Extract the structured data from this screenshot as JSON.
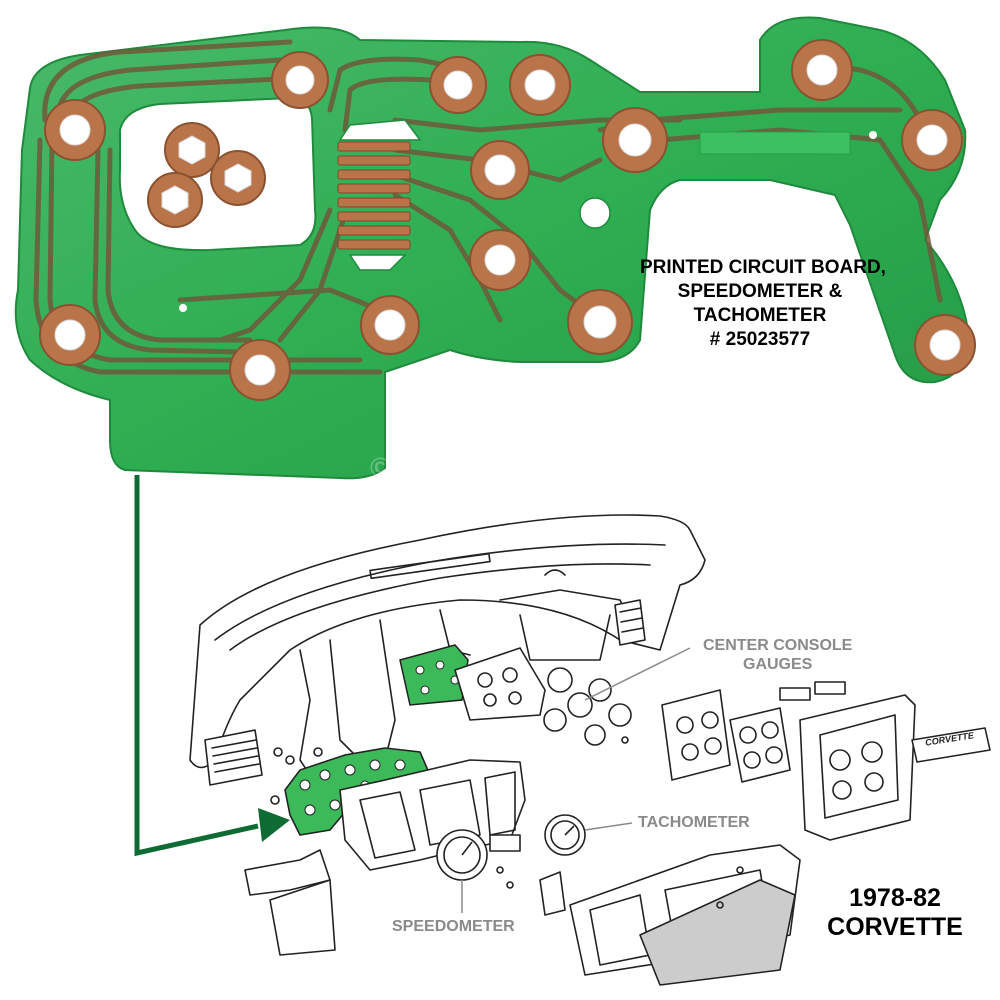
{
  "title": {
    "line1": "PRINTED CIRCUIT BOARD,",
    "line2": "SPEEDOMETER &",
    "line3": "TACHOMETER",
    "line4": "# 25023577"
  },
  "model": {
    "years": "1978-82",
    "name": "CORVETTE"
  },
  "callouts": {
    "center_console_line1": "CENTER CONSOLE",
    "center_console_line2": "GAUGES",
    "tachometer": "TACHOMETER",
    "speedometer": "SPEEDOMETER"
  },
  "badge_text": "CORVETTE",
  "watermark": "© Lectric Limited",
  "colors": {
    "board_green": "#2fae52",
    "trace_brown": "#6f5a3a",
    "copper_pad": "#b9744a",
    "arrow_green": "#0d6b33",
    "callout_gray": "#8a8a8a",
    "diagram_green": "#3cba5a"
  }
}
